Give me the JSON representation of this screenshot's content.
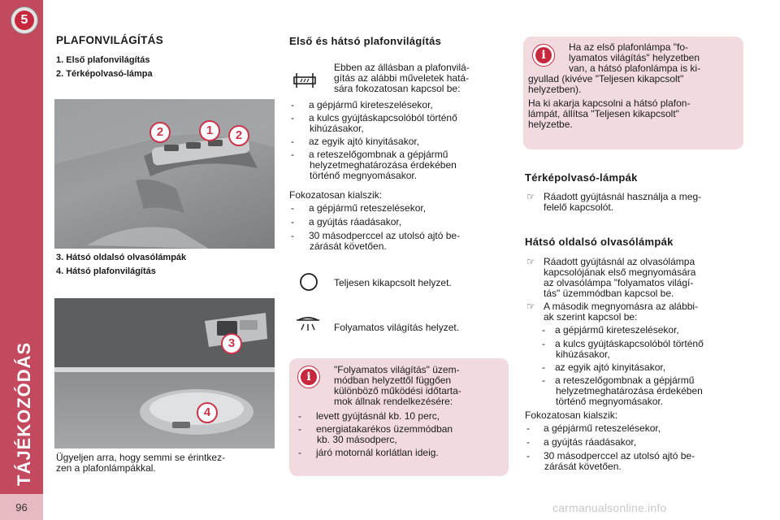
{
  "chapter": {
    "number": "5",
    "title": "TÁJÉKOZÓDÁS",
    "page": "96"
  },
  "col1": {
    "heading": "PLAFONVILÁGÍTÁS",
    "items_top": [
      "1.  Első plafonvilágítás",
      "2.  Térképolvasó-lámpa"
    ],
    "items_bottom": [
      "3.  Hátsó oldalsó olvasólámpák",
      "4.  Hátsó plafonvilágítás"
    ],
    "note": [
      "Ügyeljen arra, hogy semmi se érintkez-",
      "zen a plafonlámpákkal."
    ],
    "photo_labels": [
      "2",
      "1",
      "2",
      "3",
      "4"
    ]
  },
  "col2": {
    "heading": "Első és hátsó plafonvilágítás",
    "intro": [
      "Ebben az állásban a plafonvilá-",
      "gítás az alábbi műveletek hatá-",
      "sára fokozatosan kapcsol be:"
    ],
    "list1": [
      [
        "-",
        "a gépjármű kireteszelésekor,"
      ],
      [
        "-",
        "a  kulcs  gyújtáskapcsolóból  történő",
        "kihúzásakor,"
      ],
      [
        "-",
        "az egyik ajtó kinyitásakor,"
      ],
      [
        "-",
        "a   reteszelőgombnak   a   gépjármű",
        "helyzetmeghatározása   érdekében",
        "történő megnyomásakor."
      ]
    ],
    "off_intro": "Fokozatosan kialszik:",
    "list2": [
      [
        "-",
        "a gépjármű reteszelésekor,"
      ],
      [
        "-",
        "a gyújtás ráadásakor,"
      ],
      [
        "-",
        "30  másodperccel  az  utolsó  ajtó  be-",
        "zárását követően."
      ]
    ],
    "state_off": "Teljesen kikapcsolt helyzet.",
    "state_on": "Folyamatos világítás helyzet.",
    "info": {
      "text": [
        "\"Folyamatos  világítás\"  üzem-",
        "módban   helyzettől   függően",
        "különböző  működési  időtarta-",
        "mok állnak rendelkezésére:"
      ],
      "list": [
        [
          "-",
          "levett gyújtásnál kb. 10 perc,"
        ],
        [
          "-",
          "energiatakarékos   üzemmódban",
          "kb. 30 másodperc,"
        ],
        [
          "-",
          "járó motornál korlátlan ideig."
        ]
      ]
    }
  },
  "col3": {
    "info": {
      "text_indent": [
        "Ha  az  első  plafonlámpa  \"fo-",
        "lyamatos világítás\" helyzetben",
        "van, a hátsó plafonlámpa is ki-"
      ],
      "text_rest": [
        "gyullad  (kivéve  \"Teljesen  kikapcsolt\"",
        "helyzetben)."
      ],
      "text2": [
        "Ha ki akarja kapcsolni a hátsó plafon-",
        "lámpát,  állítsa  \"Teljesen  kikapcsolt\"",
        "helyzetbe."
      ]
    },
    "map_heading": "Térképolvasó-lámpák",
    "map_text": [
      "Ráadott gyújtásnál használja a meg-",
      "felelő kapcsolót."
    ],
    "rear_heading": "Hátsó oldalsó olvasólámpák",
    "rear_list": [
      [
        "Ráadott  gyújtásnál  az  olvasólámpa",
        "kapcsolójának első megnyomására",
        "az  olvasólámpa  \"folyamatos  világí-",
        "tás\" üzemmódban kapcsol be."
      ],
      [
        "A második megnyomásra az alábbi-",
        "ak szerint kapcsol be:"
      ]
    ],
    "rear_sub": [
      [
        "-",
        "a gépjármű kireteszelésekor,"
      ],
      [
        "-",
        "a kulcs gyújtáskapcsolóból történő",
        "kihúzásakor,"
      ],
      [
        "-",
        "az egyik ajtó kinyitásakor,"
      ],
      [
        "-",
        "a  reteszelőgombnak  a  gépjármű",
        "helyzetmeghatározása érdekében",
        "történő megnyomásakor."
      ]
    ],
    "off_intro": "Fokozatosan kialszik:",
    "off_list": [
      [
        "-",
        "a gépjármű reteszelésekor,"
      ],
      [
        "-",
        "a gyújtás ráadásakor,"
      ],
      [
        "-",
        "30  másodperccel  az  utolsó  ajtó  be-",
        "zárását követően."
      ]
    ],
    "bullet_glyph": "☞"
  },
  "watermark": "carmanualsonline.info",
  "colors": {
    "accent": "#c34a5e",
    "info_bg": "#f2dbdf",
    "badge": "#c9364b"
  }
}
